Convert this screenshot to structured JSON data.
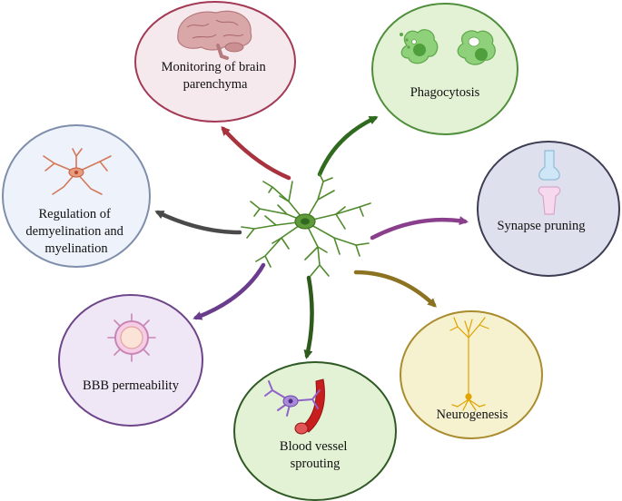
{
  "nodes": [
    {
      "id": "monitoring",
      "lines": [
        "Monitoring of brain",
        "parenchyma"
      ],
      "fill": "#f6e9ee",
      "stroke": "#a33a55",
      "icon": "brain-icon"
    },
    {
      "id": "phagocytosis",
      "lines": [
        "Phagocytosis"
      ],
      "fill": "#e3f1d4",
      "stroke": "#4f8f3a",
      "icon": "phagocyte-cells-icon"
    },
    {
      "id": "synapse",
      "lines": [
        "Synapse pruning"
      ],
      "fill": "#dfe0ee",
      "stroke": "#3c3d52",
      "icon": "synapse-icon"
    },
    {
      "id": "neurogenesis",
      "lines": [
        "Neurogenesis"
      ],
      "fill": "#f6f1cf",
      "stroke": "#a98c2d",
      "icon": "neuron-icon"
    },
    {
      "id": "blood",
      "lines": [
        "Blood vessel",
        "sprouting"
      ],
      "fill": "#e3f1d4",
      "stroke": "#2f5a25",
      "icon": "blood-vessel-icon"
    },
    {
      "id": "bbb",
      "lines": [
        "BBB permeability"
      ],
      "fill": "#efe6f6",
      "stroke": "#6e4589",
      "icon": "bbb-vessel-icon"
    },
    {
      "id": "myelin",
      "lines": [
        "Regulation of",
        "demyelination and",
        "myelination"
      ],
      "fill": "#eef3fb",
      "stroke": "#7f8eab",
      "icon": "oligodendrocyte-icon"
    }
  ],
  "arrows": [
    {
      "to": "monitoring",
      "color": "#a8323d"
    },
    {
      "to": "phagocytosis",
      "color": "#2f6a1f"
    },
    {
      "to": "synapse",
      "color": "#8a3f8c"
    },
    {
      "to": "neurogenesis",
      "color": "#8c7322"
    },
    {
      "to": "blood",
      "color": "#2e5a1c"
    },
    {
      "to": "bbb",
      "color": "#6a3c8e"
    },
    {
      "to": "myelin",
      "color": "#4a4a4a"
    }
  ],
  "center": {
    "icon": "microglia-icon",
    "color": "#4f8a2c"
  }
}
